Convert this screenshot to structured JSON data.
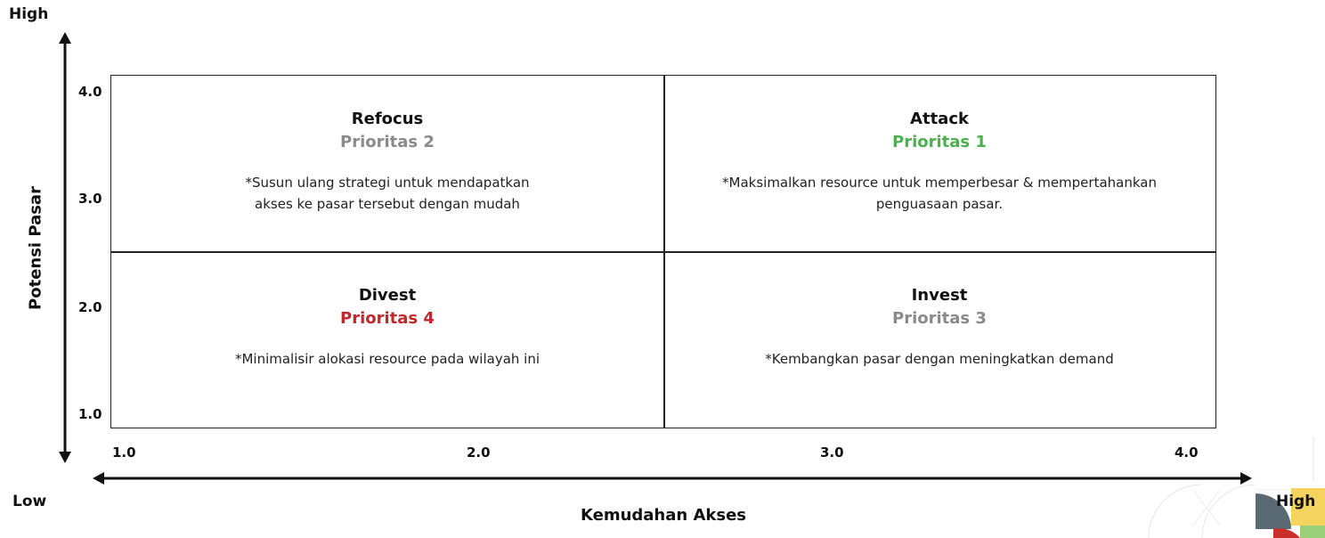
{
  "axes": {
    "y_high": "High",
    "x_low": "Low",
    "x_high": "High",
    "y_title": "Potensi Pasar",
    "x_title": "Kemudahan Akses",
    "y_ticks": [
      "4.0",
      "3.0",
      "2.0",
      "1.0"
    ],
    "x_ticks": [
      "1.0",
      "2.0",
      "3.0",
      "4.0"
    ]
  },
  "quadrants": {
    "top_left": {
      "title": "Refocus",
      "priority": "Prioritas 2",
      "priority_color": "#8a8a8a",
      "note": "*Susun ulang strategi untuk mendapatkan\nakses ke pasar tersebut dengan mudah"
    },
    "top_right": {
      "title": "Attack",
      "priority": "Prioritas 1",
      "priority_color": "#4caf50",
      "note": "*Maksimalkan resource untuk memperbesar & mempertahankan\npenguasaan pasar."
    },
    "bottom_left": {
      "title": "Divest",
      "priority": "Prioritas 4",
      "priority_color": "#c0282d",
      "note": "*Minimalisir alokasi resource pada wilayah ini"
    },
    "bottom_right": {
      "title": "Invest",
      "priority": "Prioritas 3",
      "priority_color": "#8a8a8a",
      "note": "*Kembangkan pasar dengan meningkatkan demand"
    }
  }
}
